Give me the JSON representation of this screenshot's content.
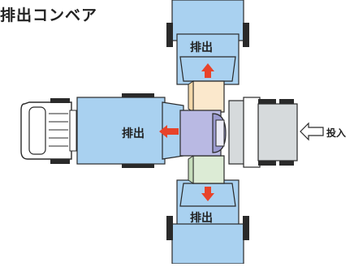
{
  "title": "排出コンベア",
  "labels": {
    "discharge_top": "排出",
    "discharge_left": "排出",
    "discharge_bottom": "排出",
    "input": "投入"
  },
  "colors": {
    "truck_body": "#a9d1f0",
    "outline": "#2a2a2a",
    "arrow_red": "#e8432a",
    "hopper_blue": "#b9b9e3",
    "plate_orange": "#fbe8cc",
    "plate_green": "#dcebd5",
    "cart_gray": "#d6dadc"
  }
}
